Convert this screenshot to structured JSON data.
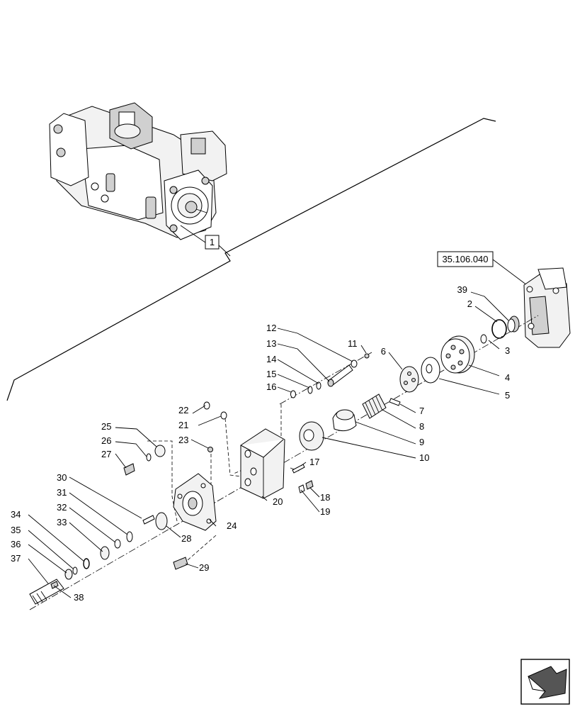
{
  "diagram": {
    "reference_box": "35.106.040",
    "assembly_callout": "1",
    "part_numbers": [
      "2",
      "3",
      "4",
      "5",
      "6",
      "7",
      "8",
      "9",
      "10",
      "11",
      "12",
      "13",
      "14",
      "15",
      "16",
      "17",
      "18",
      "19",
      "20",
      "21",
      "22",
      "23",
      "24",
      "25",
      "26",
      "27",
      "28",
      "29",
      "30",
      "31",
      "32",
      "33",
      "34",
      "35",
      "36",
      "37",
      "38",
      "39"
    ]
  },
  "nav": {
    "icon": "next-page-arrow-icon"
  }
}
